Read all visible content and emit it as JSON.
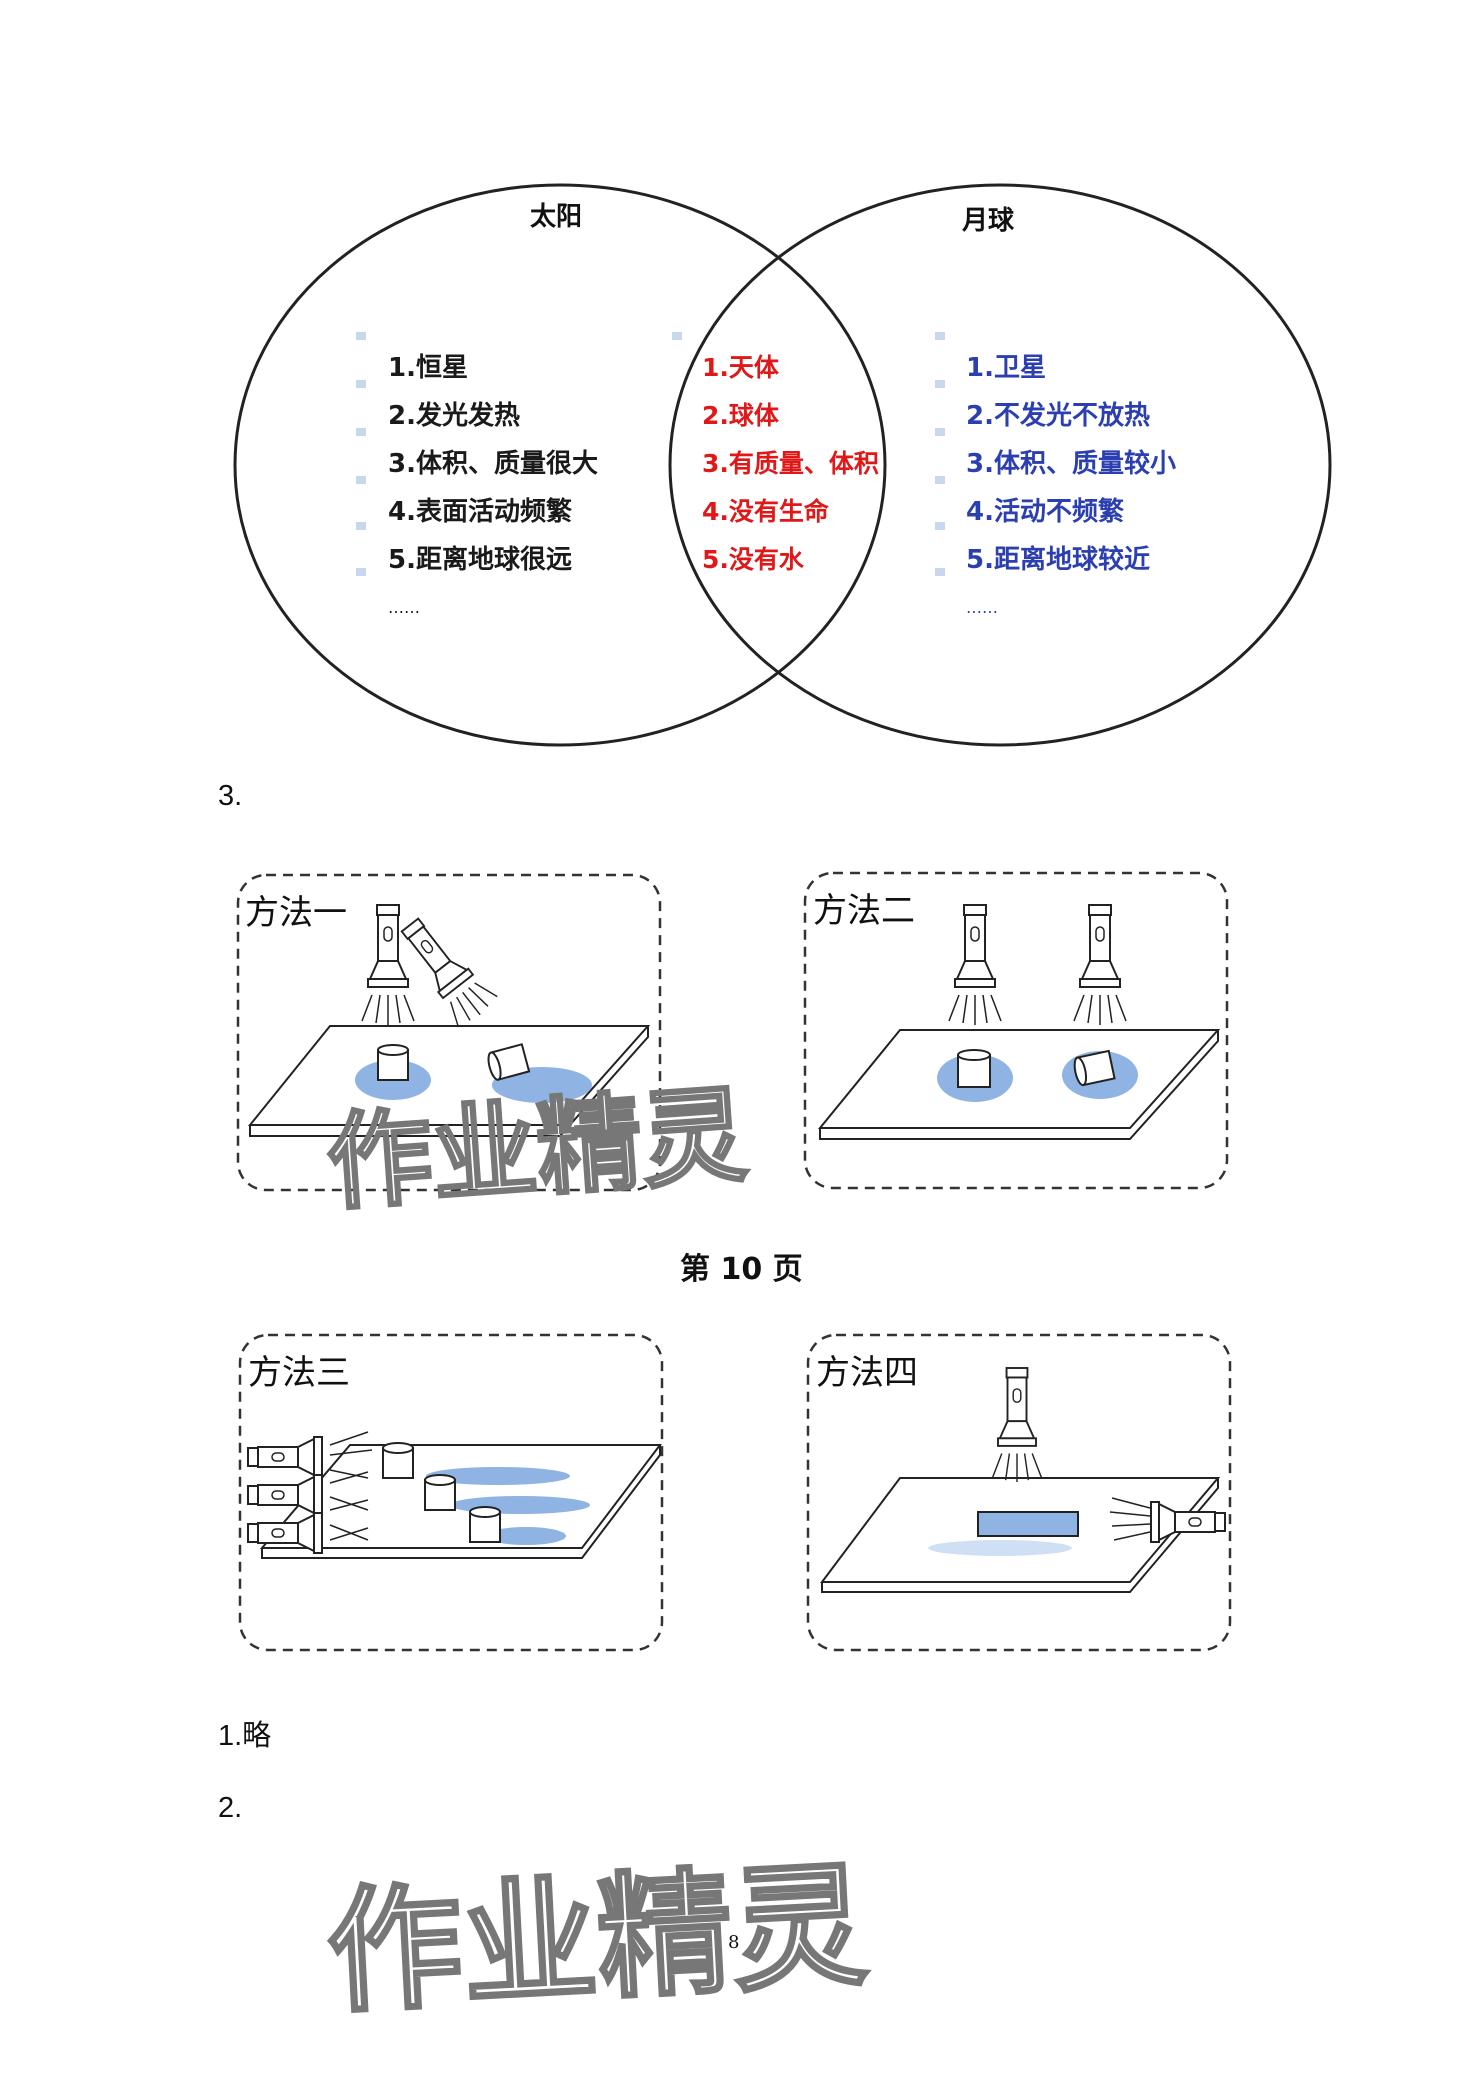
{
  "venn": {
    "sun": {
      "title": "太阳",
      "items": [
        "1.恒星",
        "2.发光发热",
        "3.体积、质量很大",
        "4.表面活动频繁",
        "5.距离地球很远",
        "……"
      ],
      "color": "#1a1a1a"
    },
    "common": {
      "items": [
        "1.天体",
        "2.球体",
        "3.有质量、体积",
        "4.没有生命",
        "5.没有水"
      ],
      "color": "#e01818"
    },
    "moon": {
      "title": "月球",
      "items": [
        "1.卫星",
        "2.不发光不放热",
        "3.体积、质量较小",
        "4.活动不频繁",
        "5.距离地球较近",
        "……"
      ],
      "color": "#2b3fb0"
    }
  },
  "question3_label": "3.",
  "panels": {
    "m1": "方法一",
    "m2": "方法二",
    "m3": "方法三",
    "m4": "方法四"
  },
  "page_label": "第 10 页",
  "answer1": "1.略",
  "answer2_label": "2.",
  "watermark": "作业精灵",
  "footer_page": "8",
  "colors": {
    "shadow": "#8fb3e3",
    "border": "#333333"
  }
}
